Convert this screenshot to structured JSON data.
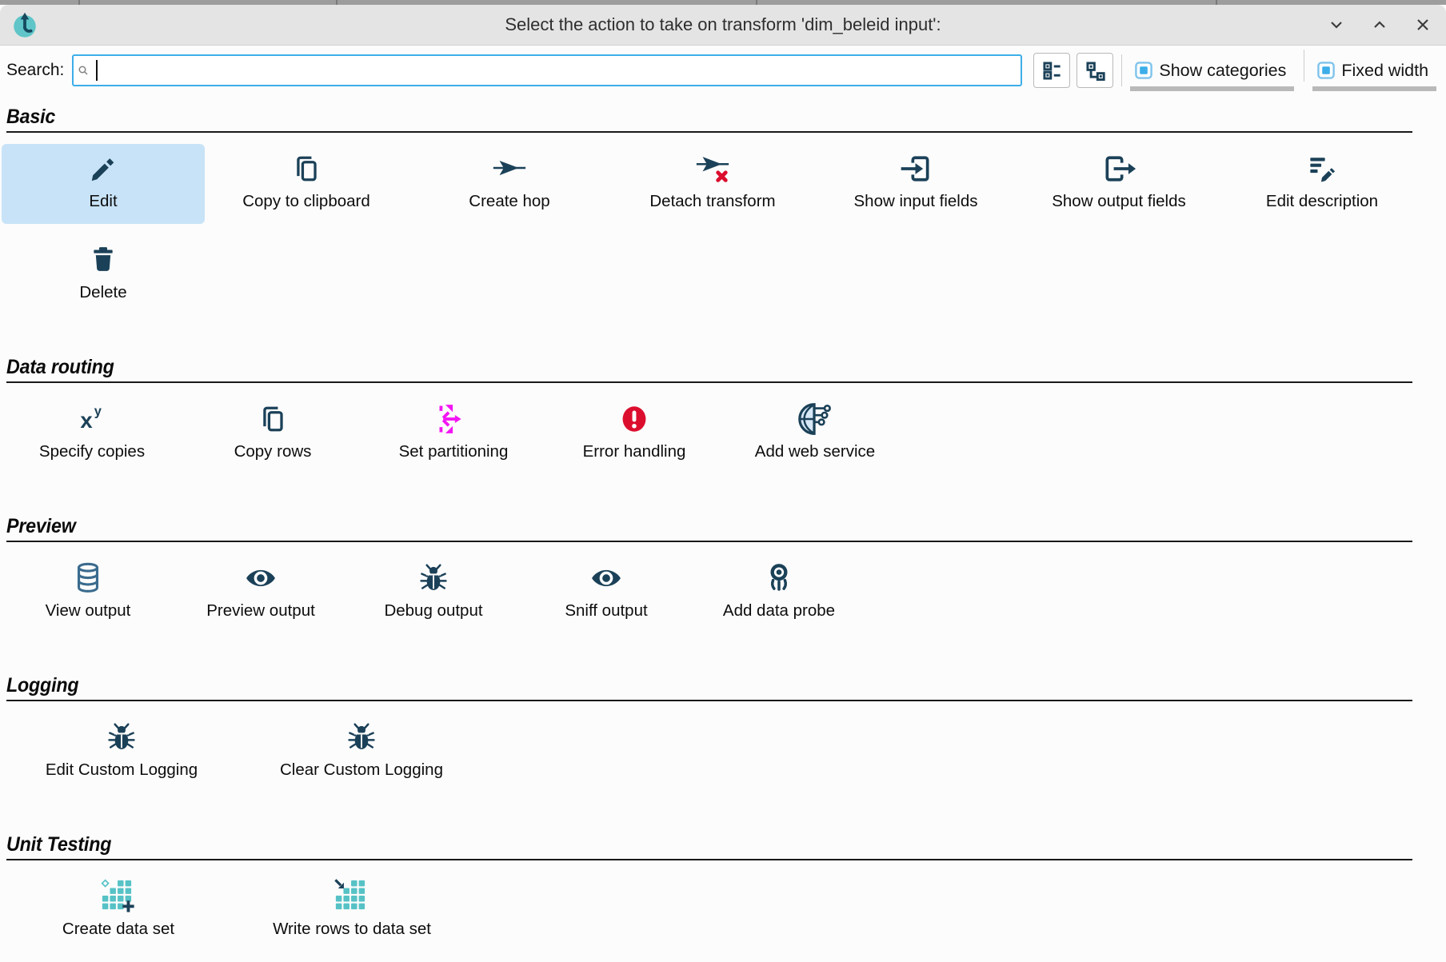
{
  "window": {
    "title": "Select the action to take on transform 'dim_beleid input':",
    "logo_icon": "hop-logo-icon",
    "controls": [
      {
        "name": "minimize",
        "icon": "chevron-down-icon"
      },
      {
        "name": "maximize",
        "icon": "chevron-up-icon"
      },
      {
        "name": "close",
        "icon": "close-icon"
      }
    ]
  },
  "toolbar": {
    "search_label": "Search:",
    "search_value": "",
    "search_icon": "search-icon",
    "view_buttons": [
      {
        "name": "list-view",
        "icon": "list-view-icon"
      },
      {
        "name": "tree-view",
        "icon": "tree-view-icon"
      }
    ],
    "toggles": [
      {
        "label": "Show categories",
        "checked": true
      },
      {
        "label": "Fixed width",
        "checked": true
      }
    ]
  },
  "sections": [
    {
      "title": "Basic",
      "items": [
        {
          "label": "Edit",
          "icon": "pencil-icon",
          "selected": true
        },
        {
          "label": "Copy to clipboard",
          "icon": "copy-icon"
        },
        {
          "label": "Create hop",
          "icon": "hop-arrow-icon"
        },
        {
          "label": "Detach transform",
          "icon": "detach-arrow-icon"
        },
        {
          "label": "Show input fields",
          "icon": "input-fields-icon"
        },
        {
          "label": "Show output fields",
          "icon": "output-fields-icon"
        },
        {
          "label": "Edit description",
          "icon": "edit-description-icon"
        },
        {
          "label": "Delete",
          "icon": "trash-icon"
        }
      ]
    },
    {
      "title": "Data routing",
      "items": [
        {
          "label": "Specify copies",
          "icon": "copies-xy-icon"
        },
        {
          "label": "Copy rows",
          "icon": "copy-rows-icon"
        },
        {
          "label": "Set partitioning",
          "icon": "partitioning-icon"
        },
        {
          "label": "Error handling",
          "icon": "error-icon"
        },
        {
          "label": "Add web service",
          "icon": "web-service-icon"
        }
      ]
    },
    {
      "title": "Preview",
      "items": [
        {
          "label": "View output",
          "icon": "database-icon"
        },
        {
          "label": "Preview output",
          "icon": "eye-icon"
        },
        {
          "label": "Debug output",
          "icon": "bug-icon"
        },
        {
          "label": "Sniff output",
          "icon": "eye-icon"
        },
        {
          "label": "Add data probe",
          "icon": "probe-icon"
        }
      ]
    },
    {
      "title": "Logging",
      "items": [
        {
          "label": "Edit Custom Logging",
          "icon": "bug-icon"
        },
        {
          "label": "Clear Custom Logging",
          "icon": "bug-icon"
        }
      ]
    },
    {
      "title": "Unit Testing",
      "items": [
        {
          "label": "Create data set",
          "icon": "dataset-create-icon"
        },
        {
          "label": "Write rows to data set",
          "icon": "dataset-write-icon"
        }
      ]
    }
  ],
  "colors": {
    "accent": "#3daee9",
    "icon_navy": "#1b4158",
    "selection": "#c8e3f7",
    "magenta": "#f316f3",
    "error_red": "#dc0e2e",
    "teal": "#56c2c6",
    "steel_blue": "#3a6b8e",
    "titlebar_bg": "#e4e4e4"
  }
}
